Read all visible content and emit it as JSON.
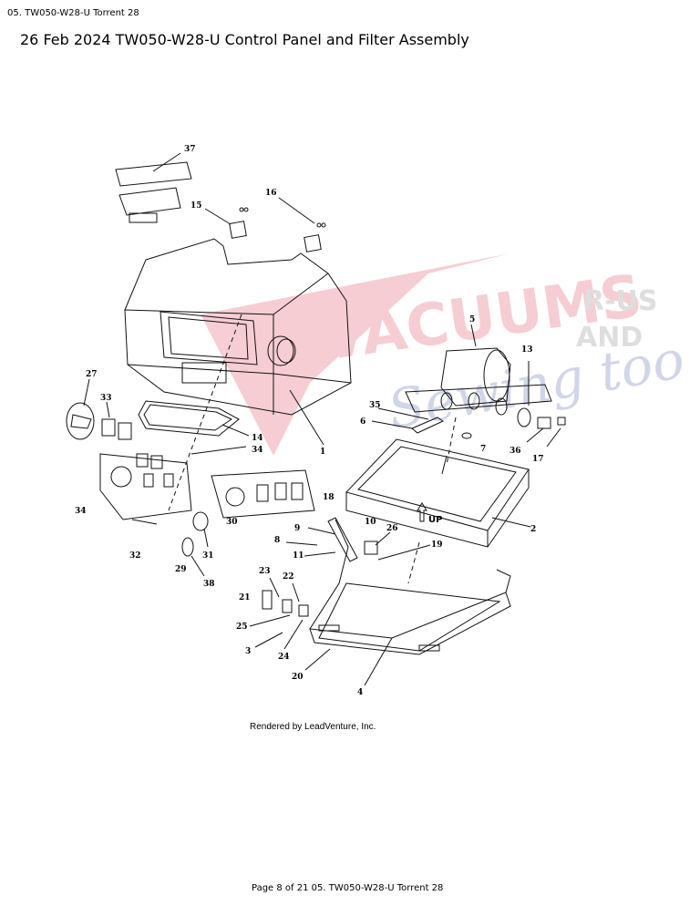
{
  "header": {
    "doc_ref": "05. TW050-W28-U Torrent 28",
    "title": "26 Feb 2024 TW050-W28-U Control Panel and Filter Assembly"
  },
  "diagram": {
    "callouts": [
      "37",
      "16",
      "15",
      "5",
      "13",
      "27",
      "33",
      "35",
      "6",
      "7",
      "14",
      "34",
      "1",
      "36",
      "17",
      "34",
      "18",
      "10",
      "30",
      "26",
      "9",
      "8",
      "11",
      "19",
      "2",
      "32",
      "31",
      "29",
      "38",
      "23",
      "22",
      "21",
      "25",
      "3",
      "24",
      "20",
      "4"
    ],
    "up_label": "UP",
    "rendered_by": "Rendered by LeadVenture, Inc."
  },
  "watermark": {
    "line1": "VACUUMS",
    "line2": "R-US",
    "line3": "AND",
    "line4": "Sewing too"
  },
  "footer": {
    "page": "Page 8 of 21 05. TW050-W28-U Torrent 28"
  }
}
